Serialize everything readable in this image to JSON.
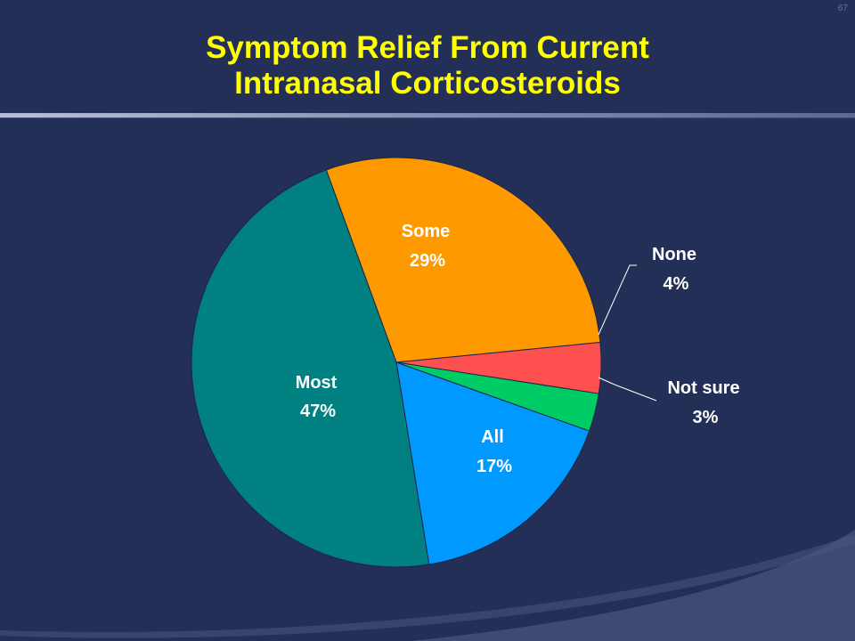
{
  "slide": {
    "title_line1": "Symptom Relief From Current",
    "title_line2": "Intranasal Corticosteroids",
    "page_number": "67"
  },
  "colors": {
    "background": "#232f56",
    "title": "#ffff00",
    "label_inside": "#ffffff",
    "label_outside": "#ffffff"
  },
  "chart_data": {
    "type": "pie",
    "title": "Symptom Relief From Current Intranasal Corticosteroids",
    "slices": [
      {
        "name": "Some",
        "value": 29,
        "label": "29%",
        "color": "#ff9900"
      },
      {
        "name": "None",
        "value": 4,
        "label": "4%",
        "color": "#ff5050"
      },
      {
        "name": "Not sure",
        "value": 3,
        "label": "3%",
        "color": "#00cc66"
      },
      {
        "name": "All",
        "value": 17,
        "label": "17%",
        "color": "#0099ff"
      },
      {
        "name": "Most",
        "value": 47,
        "label": "47%",
        "color": "#008080"
      }
    ]
  }
}
